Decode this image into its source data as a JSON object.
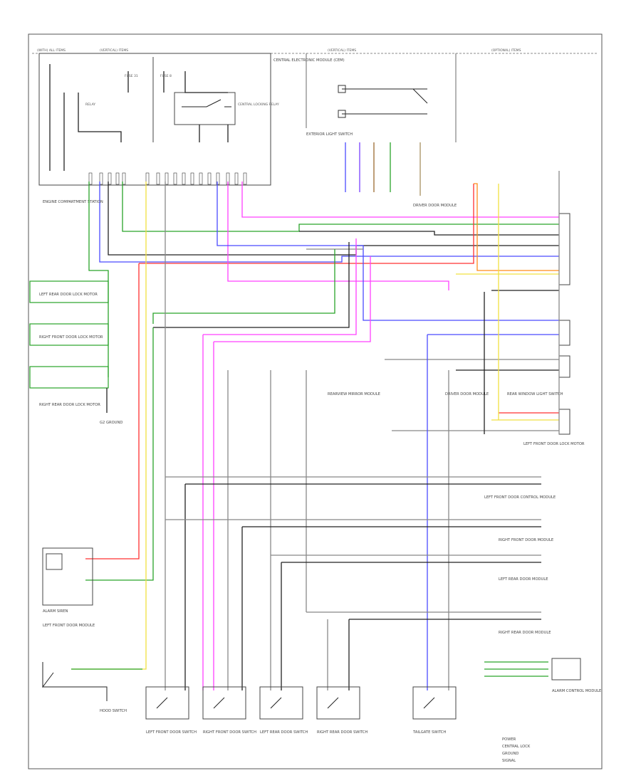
{
  "diagram": {
    "corner_label": "",
    "top_bar_labels": [
      "(WITH) ALL ITEMS",
      "(VERTICAL) ITEMS",
      "(VERTICAL) ITEMS",
      "(OPTIONAL) ITEMS"
    ],
    "main_module_label": "CENTRAL ELECTRONIC MODULE (CEM)",
    "relay_labels": [
      "RELAY",
      "FUSE 31",
      "FUSE 8",
      "CENTRAL LOCKING RELAY"
    ],
    "left_components": [
      "ENGINE COMPARTMENT STATION",
      "LEFT REAR DOOR LOCK MOTOR",
      "RIGHT FRONT DOOR LOCK MOTOR",
      "RIGHT REAR DOOR LOCK MOTOR",
      "G2 GROUND"
    ],
    "top_connectors": [
      "EXTERIOR LIGHT SWITCH",
      "DRIVER DOOR MODULE"
    ],
    "right_connectors": [
      "DRIVER DOOR MODULE",
      "LEFT FRONT DOOR LOCK MOTOR",
      "REAR WINDOW LIGHT SWITCH"
    ],
    "notes": [
      "REARVIEW MIRROR MODULE",
      "LEFT FRONT DOOR CONTROL MODULE",
      "RIGHT FRONT DOOR MODULE",
      "LEFT REAR DOOR MODULE",
      "RIGHT REAR DOOR MODULE"
    ],
    "bottom_switches": [
      "LEFT FRONT DOOR SWITCH",
      "RIGHT FRONT DOOR SWITCH",
      "LEFT REAR DOOR SWITCH",
      "RIGHT REAR DOOR SWITCH",
      "TAILGATE SWITCH"
    ],
    "bottom_left_labels": [
      "LEFT FRONT DOOR MODULE",
      "ALARM SIREN",
      "HOOD SWITCH"
    ],
    "legend": [
      "POWER",
      "CENTRAL LOCK",
      "GROUND",
      "SIGNAL"
    ],
    "bottom_right_box": "ALARM CONTROL MODULE"
  }
}
